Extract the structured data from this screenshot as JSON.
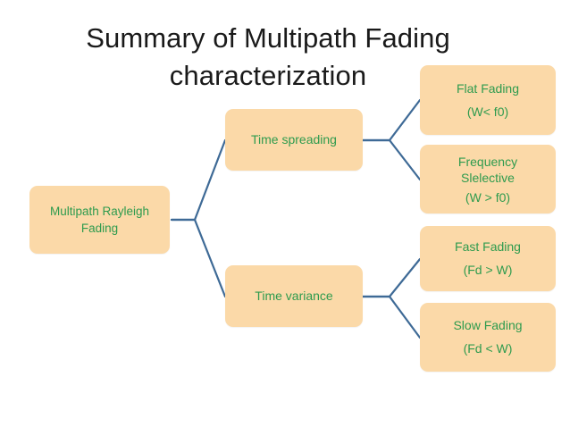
{
  "slide": {
    "title": "Summary of Multipath Fading\ncharacterization",
    "background_color": "#ffffff",
    "title_color": "#1a1a1a"
  },
  "theme": {
    "node_fill": "#FBD9A8",
    "node_text": "#2E9B4E",
    "connector_color": "#3E6A96"
  },
  "diagram": {
    "type": "tree",
    "root": {
      "name": "multipath-rayleigh-fading",
      "line1": "Multipath Rayleigh",
      "line2": "Fading"
    },
    "branches": [
      {
        "name": "time-spreading",
        "label": "Time spreading",
        "children": [
          {
            "name": "flat-fading",
            "line1": "Flat Fading",
            "line2": "(W< f0)"
          },
          {
            "name": "frequency-slelective",
            "line1": "Frequency",
            "line1b": "Slelective",
            "line2": "(W > f0)"
          }
        ]
      },
      {
        "name": "time-variance",
        "label": "Time variance",
        "children": [
          {
            "name": "fast-fading",
            "line1": "Fast Fading",
            "line2": "(Fd > W)"
          },
          {
            "name": "slow-fading",
            "line1": "Slow Fading",
            "line2": "(Fd < W)"
          }
        ]
      }
    ]
  }
}
